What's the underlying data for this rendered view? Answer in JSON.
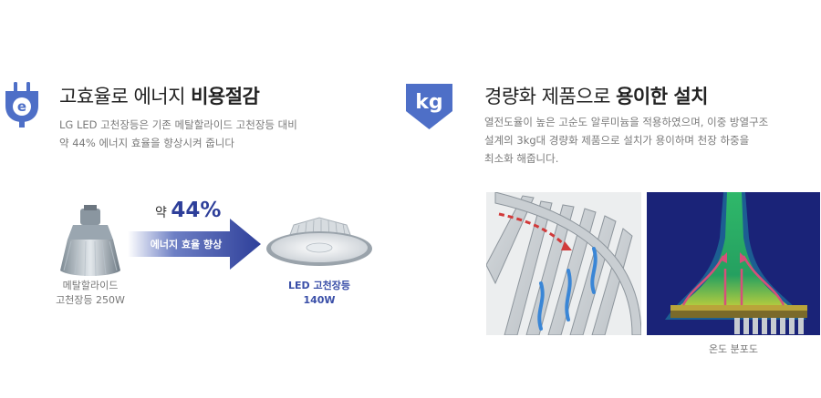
{
  "left_feature": {
    "icon": "plug-e-icon",
    "icon_letter": "e",
    "title_regular": "고효율로 에너지 ",
    "title_bold": "비용절감",
    "desc_lines": [
      "LG LED 고천장등은 기존 메탈할라이드 고천장등 대비",
      "약 44% 에너지 효율을 향상시켜 줍니다"
    ]
  },
  "right_feature": {
    "icon": "kg-weight-icon",
    "icon_text": "kg",
    "title_regular": "경량화 제품으로 ",
    "title_bold": "용이한 설치",
    "desc_lines": [
      "열전도율이 높은 고순도 알루미늄을 적용하였으며, 이중 방열구조",
      "설계의 3kg대 경량화 제품으로 설치가 용이하며 천장 하중을",
      "최소화 해줍니다."
    ]
  },
  "comparison": {
    "approx_prefix": "약",
    "approx_value": "44%",
    "arrow_label": "에너지 효율 향상",
    "metal_halide_label_lines": [
      "메탈할라이드",
      "고천장등 250W"
    ],
    "led_label_lines": [
      "LED 고천장등",
      "140W"
    ]
  },
  "thermal": {
    "caption": "온도 분포도"
  },
  "colors": {
    "accent_blue": "#2e3f9a",
    "icon_blue": "#4e6fc7",
    "thermal_bg": "#1a2378"
  }
}
